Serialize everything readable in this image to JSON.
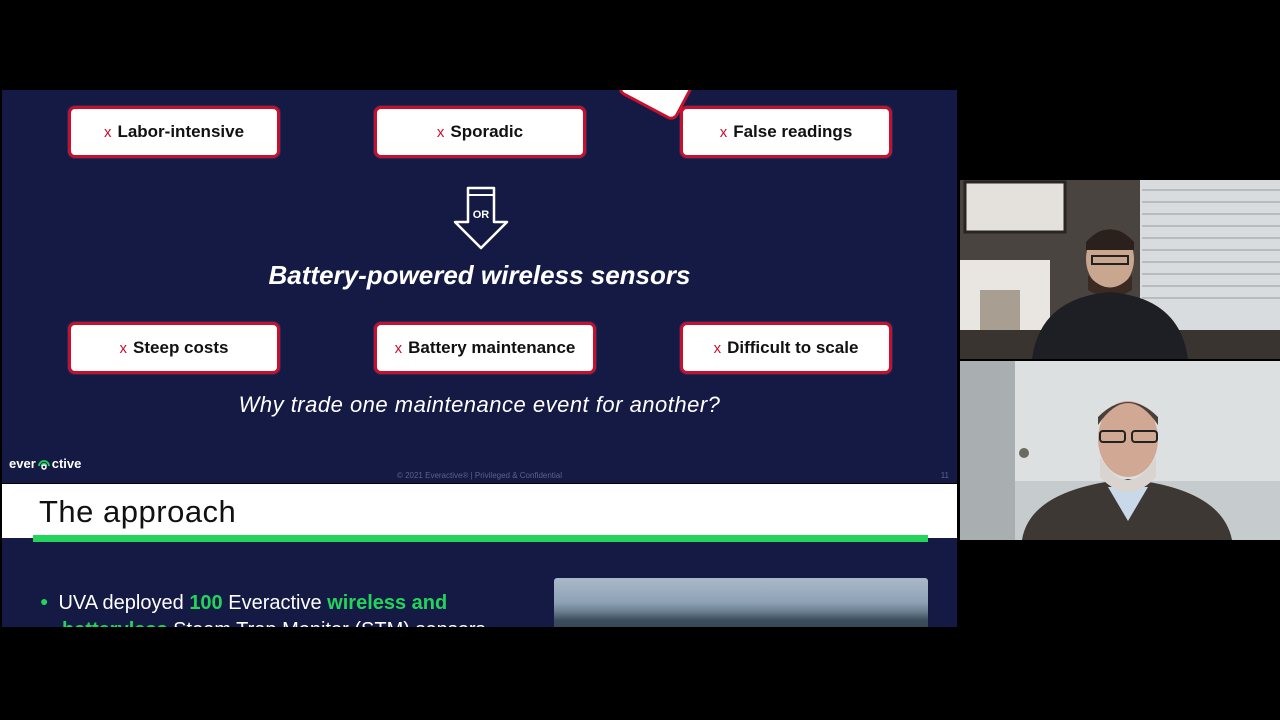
{
  "slide_top": {
    "problem_boxes": [
      {
        "mark": "x",
        "label": "Labor-intensive"
      },
      {
        "mark": "x",
        "label": "Sporadic"
      },
      {
        "mark": "x",
        "label": "False readings"
      }
    ],
    "or_label": "OR",
    "headline": "Battery-powered wireless sensors",
    "battery_boxes": [
      {
        "mark": "x",
        "label": "Steep costs"
      },
      {
        "mark": "x",
        "label": "Battery maintenance"
      },
      {
        "mark": "x",
        "label": "Difficult to scale"
      }
    ],
    "question": "Why trade one maintenance event for another?",
    "brand_before": "ever",
    "brand_after": "ctive",
    "footer": "© 2021 Everactive® | Privileged & Confidential",
    "page_number": "11"
  },
  "slide_bottom": {
    "title": "The approach",
    "bullet_parts": {
      "p1": "UVA deployed ",
      "p2": "100",
      "p3": " Everactive ",
      "p4": "wireless and",
      "p5": "batteryless",
      "p6": " Steam Trap Monitor (STM) sensors"
    }
  },
  "colors": {
    "slide_bg": "#151a45",
    "accent_red": "#c8102e",
    "accent_green": "#22d45a"
  }
}
